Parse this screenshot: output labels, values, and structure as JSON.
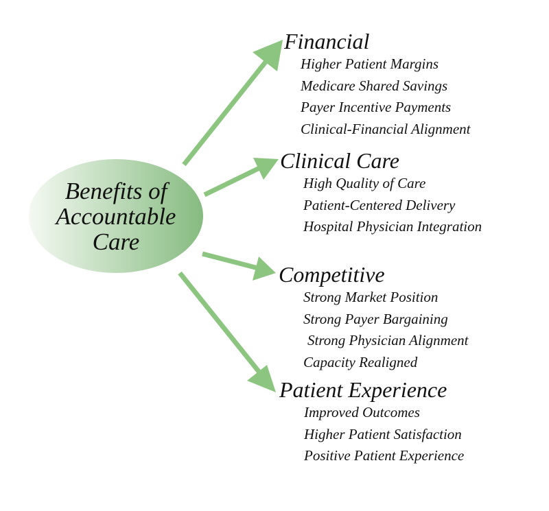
{
  "center": {
    "lines": [
      "Benefits of",
      "Accountable",
      "Care"
    ]
  },
  "colors": {
    "arrow": "#8cc580",
    "ellipse_light": "#f4f9f2",
    "ellipse_dark": "#86bb80"
  },
  "branches": [
    {
      "title": "Financial",
      "items": [
        "Higher Patient Margins",
        "Medicare Shared Savings",
        "Payer Incentive Payments",
        "Clinical-Financial Alignment"
      ]
    },
    {
      "title": "Clinical Care",
      "items": [
        "High Quality of Care",
        "Patient-Centered Delivery",
        "Hospital Physician Integration"
      ]
    },
    {
      "title": "Competitive",
      "items": [
        "Strong Market Position",
        "Strong Payer Bargaining",
        "Strong Physician Alignment",
        "Capacity Realigned"
      ]
    },
    {
      "title": "Patient Experience",
      "items": [
        "Improved Outcomes",
        "Higher Patient Satisfaction",
        "Positive Patient Experience"
      ]
    }
  ]
}
